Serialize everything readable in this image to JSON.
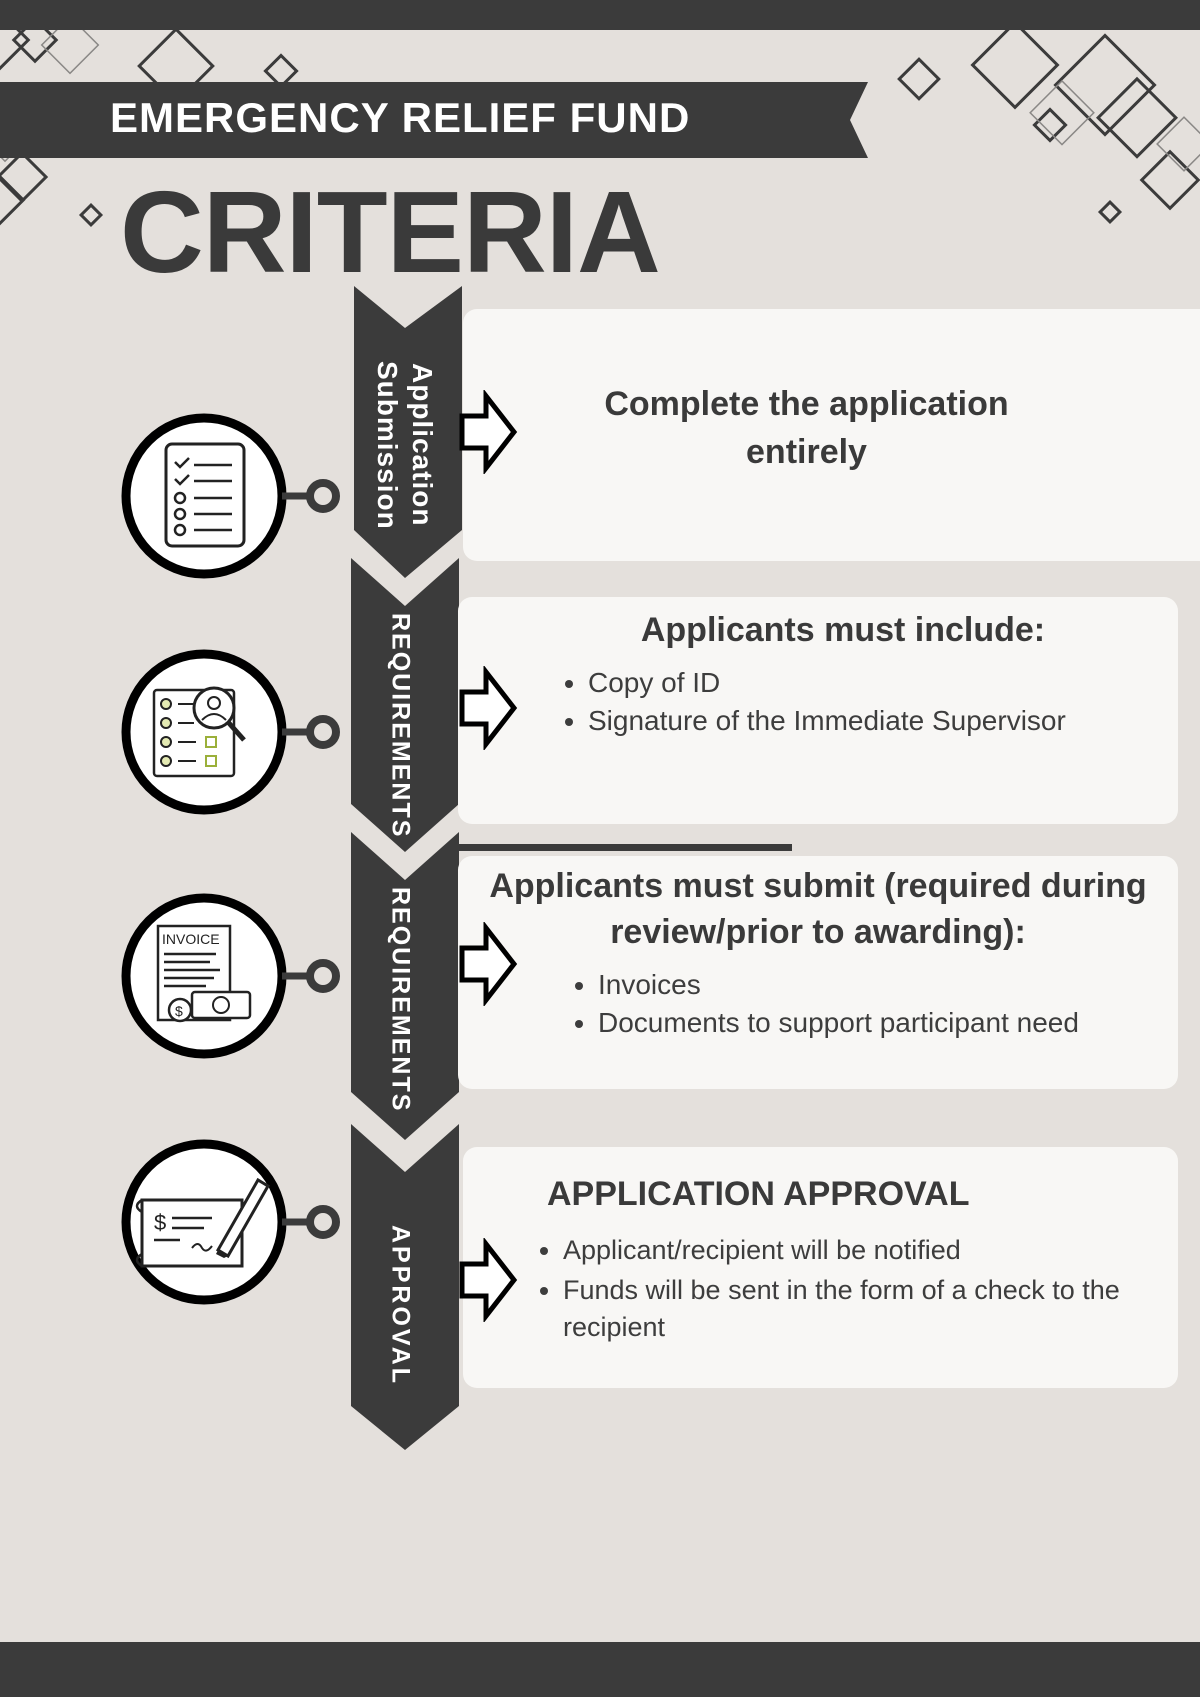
{
  "header": {
    "fund_name": "EMERGENCY RELIEF FUND",
    "title": "CRITERIA"
  },
  "colors": {
    "background": "#e4e0dc",
    "dark": "#3b3b3b",
    "card": "#f8f7f5",
    "text": "#3d3d3d"
  },
  "steps": [
    {
      "label_line1": "Application",
      "label_line2": "Submission",
      "icon": "checklist-icon",
      "heading": "Complete the application entirely",
      "items": []
    },
    {
      "label": "REQUIREMENTS",
      "icon": "candidate-review-icon",
      "heading": "Applicants must include:",
      "items": [
        "Copy of ID",
        "Signature of the Immediate Supervisor"
      ]
    },
    {
      "label": "REQUIREMENTS",
      "icon": "invoice-icon",
      "heading": "Applicants must submit (required during review/prior to awarding):",
      "items": [
        "Invoices",
        "Documents to support participant need"
      ]
    },
    {
      "label": "APPROVAL",
      "icon": "check-signing-icon",
      "heading": "APPLICATION APPROVAL",
      "items": [
        "Applicant/recipient will be notified",
        "Funds will be sent in the form of a check to the recipient"
      ]
    }
  ]
}
